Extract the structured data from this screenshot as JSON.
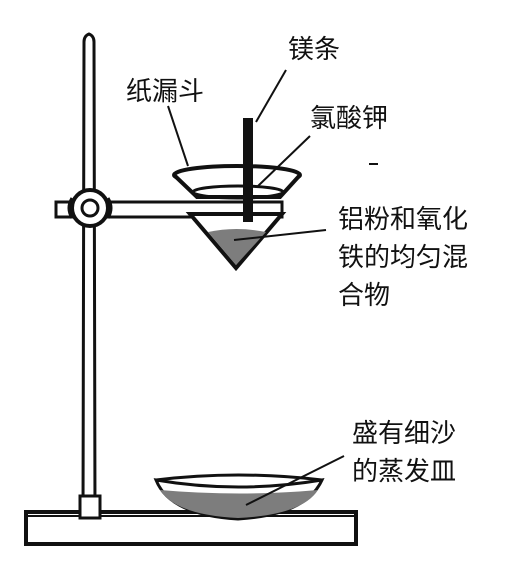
{
  "labels": {
    "filter_funnel": "纸漏斗",
    "magnesium_strip": "镁条",
    "potassium_chlorate": "氯酸钾",
    "mixture_line1": "铝粉和氧化",
    "mixture_line2": "铁的均匀混",
    "mixture_line3": "合物",
    "dish_line1": "盛有细沙",
    "dish_line2": "的蒸发皿"
  },
  "colors": {
    "ink": "#111111",
    "fill_gray": "#7d7d7d",
    "background": "#ffffff"
  }
}
